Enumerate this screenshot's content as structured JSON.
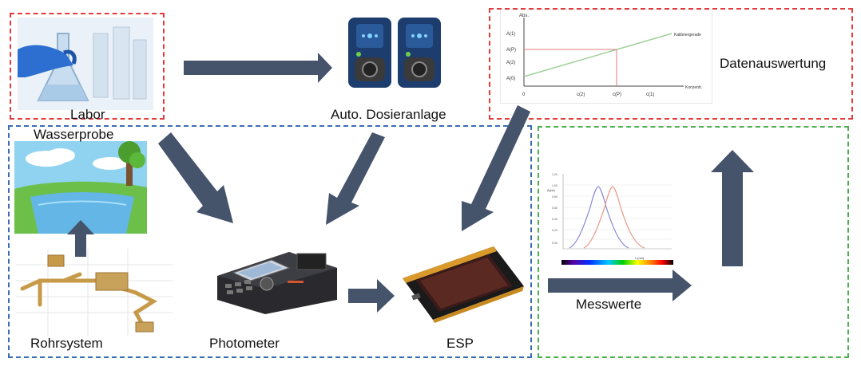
{
  "labels": {
    "labor": "Labor",
    "dosieranlage": "Auto. Dosieranlage",
    "datenauswertung": "Datenauswertung",
    "wasserprobe": "Wasserprobe",
    "rohrsystem": "Rohrsystem",
    "photometer": "Photometer",
    "esp": "ESP",
    "messwerte": "Messwerte"
  },
  "calibration_chart": {
    "y_axis_label": "Abs.",
    "x_axis_label": "Konzentr.",
    "line_label": "Kalibriergerade",
    "y_ticks": [
      "A(1)",
      "A(P)",
      "A(2)",
      "A(0)"
    ],
    "x_ticks": [
      "0",
      "c(2)",
      "c(P)",
      "c(1)"
    ]
  },
  "spectrum_chart": {
    "y_axis_label": "A(rel)",
    "x_axis_label": "λ (nm)",
    "y_ticks": [
      "1,20",
      "1,00",
      "0,80",
      "0,60",
      "0,40",
      "0,20",
      "0,00"
    ]
  },
  "colors": {
    "arrow": "#45536b",
    "box_red": "#e23b3b",
    "box_blue": "#3b6db5",
    "box_green": "#4caf50"
  }
}
